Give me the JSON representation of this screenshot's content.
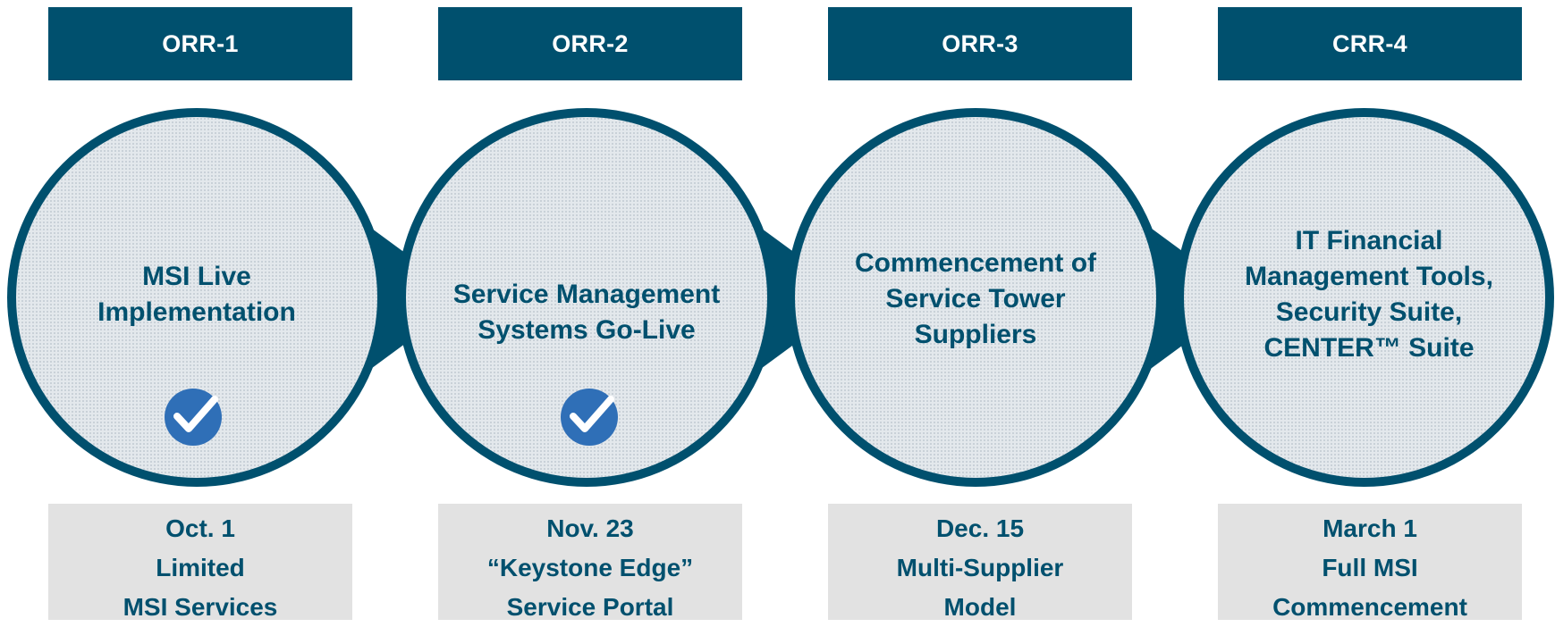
{
  "colors": {
    "primary": "#00506e",
    "circle_fill": "#dde3e8",
    "date_box_fill": "#e2e2e2",
    "check_fill": "#2f6fb7"
  },
  "stages": [
    {
      "header": "ORR-1",
      "title": "MSI Live Implementation",
      "completed": true,
      "date": "Oct. 1",
      "line1": "Limited",
      "line2": "MSI Services"
    },
    {
      "header": "ORR-2",
      "title": "Service Management Systems Go-Live",
      "completed": true,
      "date": "Nov. 23",
      "line1": "“Keystone Edge”",
      "line2": "Service Portal"
    },
    {
      "header": "ORR-3",
      "title": "Commencement of Service Tower Suppliers",
      "completed": false,
      "date": "Dec. 15",
      "line1": "Multi-Supplier",
      "line2": "Model"
    },
    {
      "header": "CRR-4",
      "title": "IT Financial Management Tools, Security Suite, CENTER™ Suite",
      "completed": false,
      "date": "March 1",
      "line1": "Full MSI",
      "line2": "Commencement"
    }
  ]
}
